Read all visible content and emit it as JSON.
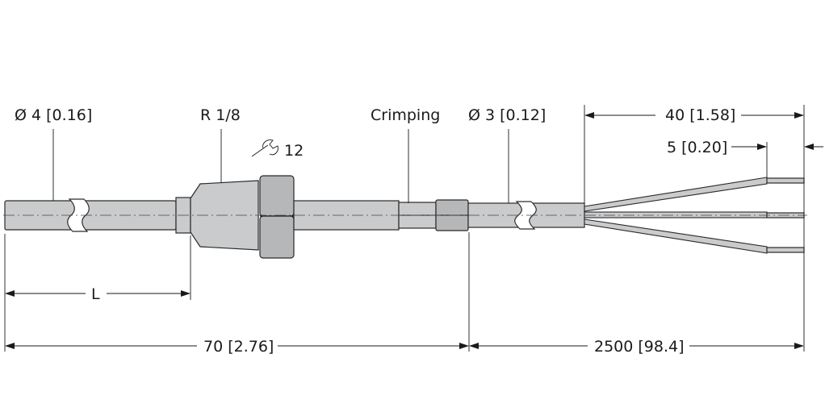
{
  "labels": {
    "probe_diameter": "Ø 4 [0.16]",
    "thread": "R 1/8",
    "wrench": "12",
    "crimping": "Crimping",
    "cable_diameter": "Ø 3 [0.12]",
    "strip_length": "40 [1.58]",
    "end_length": "5 [0.20]",
    "length_l": "L",
    "length_total": "70 [2.76]",
    "cable_length": "2500 [98.4]"
  },
  "icons": {
    "wrench": "wrench-icon"
  }
}
